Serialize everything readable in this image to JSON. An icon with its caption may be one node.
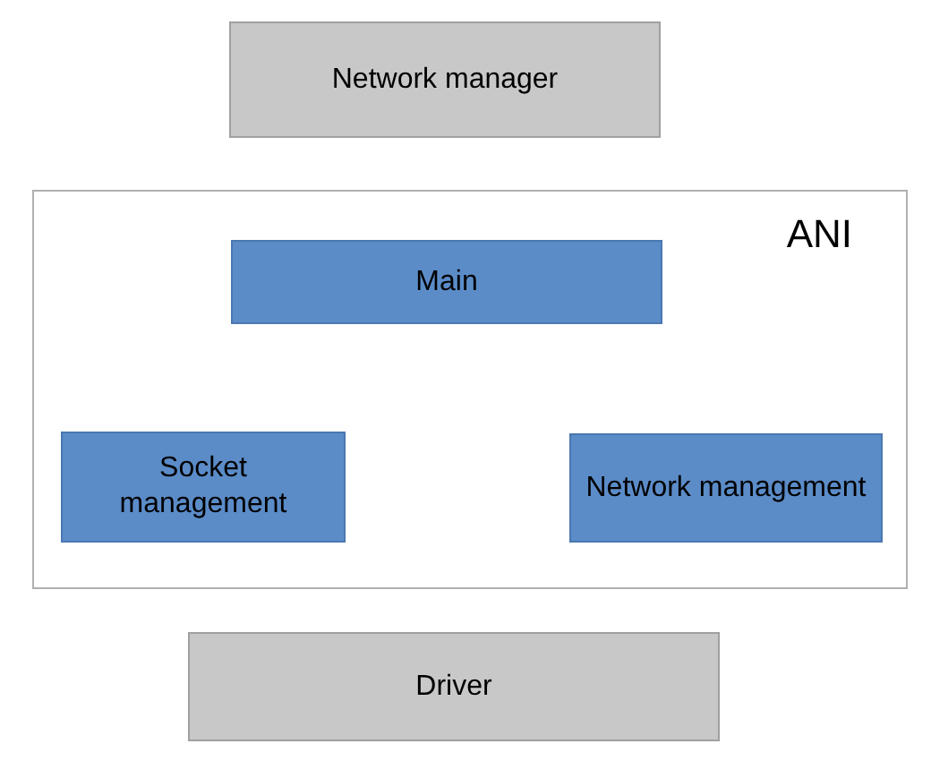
{
  "diagram": {
    "nodes": [
      {
        "text": [
          "Network manager"
        ]
      },
      {
        "text": [
          "ANI"
        ]
      },
      {
        "text": [
          "Main"
        ],
        "in": 1
      },
      {
        "text": [
          "Socket management"
        ],
        "in": 1
      },
      {
        "text": [
          "Network management"
        ],
        "in": 1
      },
      {
        "text": [
          "Driver"
        ]
      }
    ]
  }
}
